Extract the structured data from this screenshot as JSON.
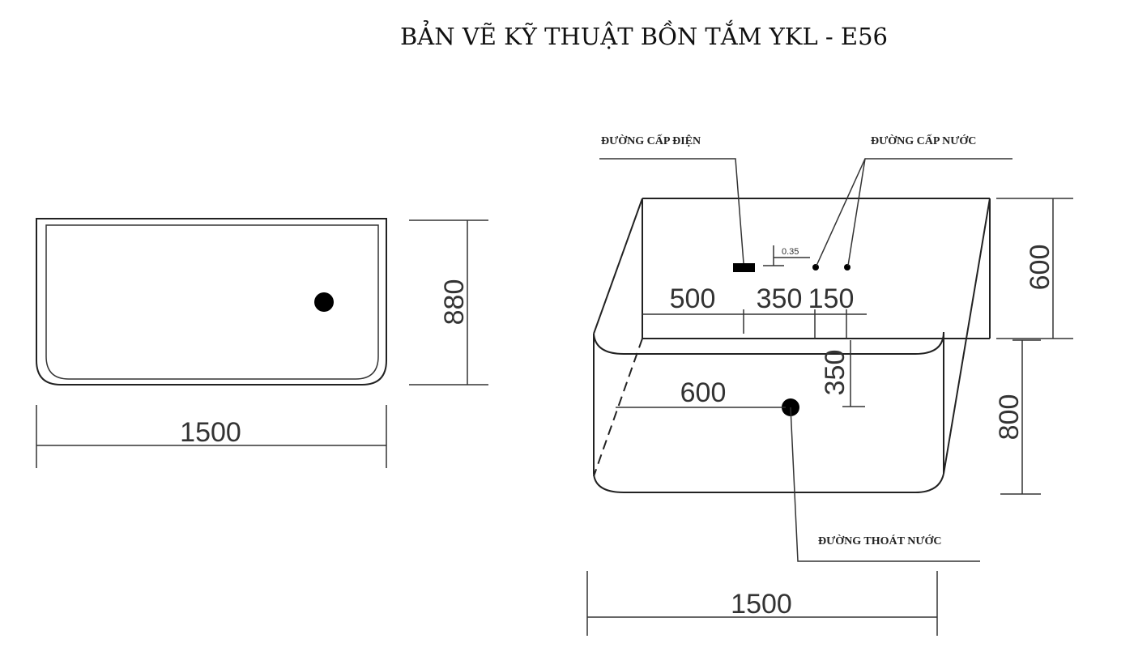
{
  "title": "BẢN VẼ KỸ THUẬT BỒN TẮM YKL - E56",
  "top_view": {
    "width_label": "1500",
    "depth_label": "880"
  },
  "perspective_view": {
    "labels": {
      "power": "ĐƯỜNG CẤP ĐIỆN",
      "water_supply": "ĐƯỜNG CẤP  NƯỚC",
      "drain": "ĐƯỜNG THOÁT NƯỚC"
    },
    "dims": {
      "d500": "500",
      "d350h": "350",
      "d150": "150",
      "d600h": "600",
      "d350v": "350",
      "height_back": "600",
      "height_front": "800",
      "width": "1500",
      "note": "0.35"
    }
  }
}
